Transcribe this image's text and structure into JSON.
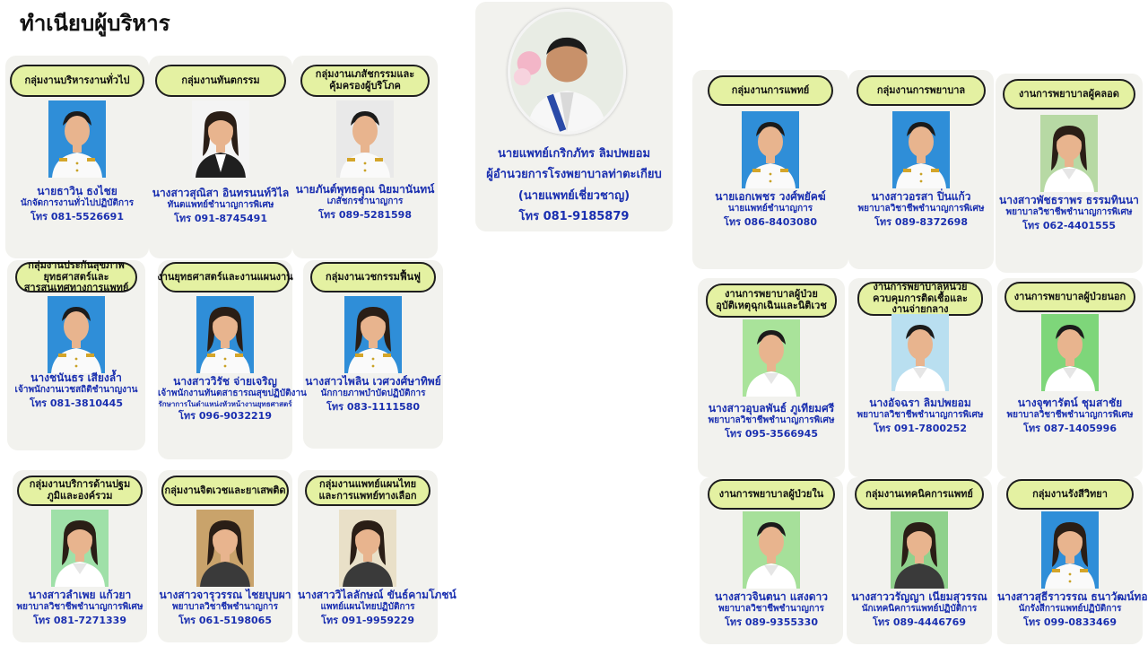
{
  "page": {
    "title": "ทำเนียบผู้บริหาร"
  },
  "director": {
    "name": "นายแพทย์เกริกภัทร ลิมปพยอม",
    "position": "ผู้อำนวยการโรงพยาบาลท่าตะเกียบ",
    "rank": "(นายแพทย์เชี่ยวชาญ)",
    "tel": "โทร 081-9185879"
  },
  "cards": [
    {
      "dept": "กลุ่มงานบริหารงานทั่วไป",
      "name": "นายธาวิน ธงไชย",
      "pos": "นักจัดการงานทั่วไปปฏิบัติการ",
      "pos2": "",
      "tel": "โทร 081-5526691",
      "outfit": "uniform",
      "bg": "#2f8ed8",
      "hair": "short"
    },
    {
      "dept": "กลุ่มงานทันตกรรม",
      "name": "นางสาวสุณิสา อินทรนนท์วิไล",
      "pos": "ทันตแพทย์ชำนาญการพิเศษ",
      "pos2": "",
      "tel": "โทร 091-8745491",
      "outfit": "suit",
      "bg": "#f4f4f4",
      "hair": "long"
    },
    {
      "dept": "กลุ่มงานเภสัชกรรมและคุ้มครองผู้บริโภค",
      "name": "นายภันต์พุทธคุณ นิยมานันทน์",
      "pos": "เภสัชกรชำนาญการ",
      "pos2": "",
      "tel": "โทร 089-5281598",
      "outfit": "uniform",
      "bg": "#e9e9e9",
      "hair": "short"
    },
    {
      "dept": "กลุ่มงานประกันสุขภาพยุทธศาสตร์และสารสนเทศทางการแพทย์",
      "name": "นางชนันธร เสียงล้ำ",
      "pos": "เจ้าพนักงานเวชสถิติชำนาญงาน",
      "pos2": "",
      "tel": "โทร 081-3810445",
      "outfit": "uniform",
      "bg": "#2f8ed8",
      "hair": "short"
    },
    {
      "dept": "งานยุทธศาสตร์และงานแผนงาน",
      "name": "นางสาววิรัช จ่ายเจริญ",
      "pos": "เจ้าพนักงานทันตสาธารณสุขปฏิบัติงาน",
      "pos2": "รักษาการในตำแหน่งหัวหน้างานยุทธศาสตร์",
      "tel": "โทร 096-9032219",
      "outfit": "uniform",
      "bg": "#2f8ed8",
      "hair": "long"
    },
    {
      "dept": "กลุ่มงานเวชกรรมฟื้นฟู",
      "name": "นางสาวไพลิน เวศวงศ์ษาทิพย์",
      "pos": "นักกายภาพบำบัดปฏิบัติการ",
      "pos2": "",
      "tel": "โทร 083-1111580",
      "outfit": "uniform",
      "bg": "#2f8ed8",
      "hair": "long"
    },
    {
      "dept": "กลุ่มงานบริการด้านปฐมภูมิและองค์รวม",
      "name": "นางสาวลำเพย แก้วยา",
      "pos": "พยาบาลวิชาชีพชำนาญการพิเศษ",
      "pos2": "",
      "tel": "โทร 081-7271339",
      "outfit": "nurse",
      "bg": "#9fe0a8",
      "hair": "long"
    },
    {
      "dept": "กลุ่มงานจิตเวชและยาเสพติด",
      "name": "นางสาวจารุวรรณ ไชยบุบผา",
      "pos": "พยาบาลวิชาชีพชำนาญการ",
      "pos2": "",
      "tel": "โทร 061-5198065",
      "outfit": "casual",
      "bg": "#c9a36b",
      "hair": "long"
    },
    {
      "dept": "กลุ่มงานแพทย์แผนไทยและการแพทย์ทางเลือก",
      "name": "นางสาววิไลลักษณ์ ขันธ์คามโภชน์",
      "pos": "แพทย์แผนไทยปฏิบัติการ",
      "pos2": "",
      "tel": "โทร 091-9959229",
      "outfit": "casual",
      "bg": "#e9e0c8",
      "hair": "long"
    },
    {
      "dept": "กลุ่มงานการแพทย์",
      "name": "นายเอกเพชร วงศ์พยัคฆ์",
      "pos": "นายแพทย์ชำนาญการ",
      "pos2": "",
      "tel": "โทร 086-8403080",
      "outfit": "uniform",
      "bg": "#2f8ed8",
      "hair": "short"
    },
    {
      "dept": "กลุ่มงานการพยาบาล",
      "name": "นางสาวอรสา ปิ่นแก้ว",
      "pos": "พยาบาลวิชาชีพชำนาญการพิเศษ",
      "pos2": "",
      "tel": "โทร 089-8372698",
      "outfit": "uniform",
      "bg": "#2f8ed8",
      "hair": "short"
    },
    {
      "dept": "งานการพยาบาลผู้คลอด",
      "name": "นางสาวพัชธราพร ธรรมทินนา",
      "pos": "พยาบาลวิชาชีพชำนาญการพิเศษ",
      "pos2": "",
      "tel": "โทร 062-4401555",
      "outfit": "nurse",
      "bg": "#b7d9a4",
      "hair": "long"
    },
    {
      "dept": "งานการพยาบาลผู้ป่วยอุบัติเหตุฉุกเฉินและนิติเวช",
      "name": "นางสาวอุบลพันธ์ ภูเทียมศรี",
      "pos": "พยาบาลวิชาชีพชำนาญการพิเศษ",
      "pos2": "",
      "tel": "โทร 095-3566945",
      "outfit": "nurse",
      "bg": "#a9e39a",
      "hair": "short"
    },
    {
      "dept": "งานการพยาบาลหน่วยควบคุมการติดเชื้อและงานจ่ายกลาง",
      "name": "นางอัจฉรา ลิมปพยอม",
      "pos": "พยาบาลวิชาชีพชำนาญการพิเศษ",
      "pos2": "",
      "tel": "โทร 091-7800252",
      "outfit": "nurse",
      "bg": "#b9dff0",
      "hair": "short"
    },
    {
      "dept": "งานการพยาบาลผู้ป่วยนอก",
      "name": "นางจุฑารัตน์ ชุมสาชัย",
      "pos": "พยาบาลวิชาชีพชำนาญการพิเศษ",
      "pos2": "",
      "tel": "โทร 087-1405996",
      "outfit": "nurse",
      "bg": "#7ed67a",
      "hair": "short"
    },
    {
      "dept": "งานการพยาบาลผู้ป่วยใน",
      "name": "นางสาวจินตนา แสงดาว",
      "pos": "พยาบาลวิชาชีพชำนาญการ",
      "pos2": "",
      "tel": "โทร 089-9355330",
      "outfit": "nurse",
      "bg": "#a6e09a",
      "hair": "short"
    },
    {
      "dept": "กลุ่มงานเทคนิคการแพทย์",
      "name": "นางสาววรัญญา เนียมสุวรรณ",
      "pos": "นักเทคนิคการแพทย์ปฏิบัติการ",
      "pos2": "",
      "tel": "โทร 089-4446769",
      "outfit": "casual",
      "bg": "#8fd18c",
      "hair": "long"
    },
    {
      "dept": "กลุ่มงานรังสีวิทยา",
      "name": "นางสาวสุธีราวรรณ ธนาวัฒน์ทองมณี",
      "pos": "นักรังสีการแพทย์ปฏิบัติการ",
      "pos2": "",
      "tel": "โทร 099-0833469",
      "outfit": "uniform",
      "bg": "#2f8ed8",
      "hair": "long"
    }
  ]
}
